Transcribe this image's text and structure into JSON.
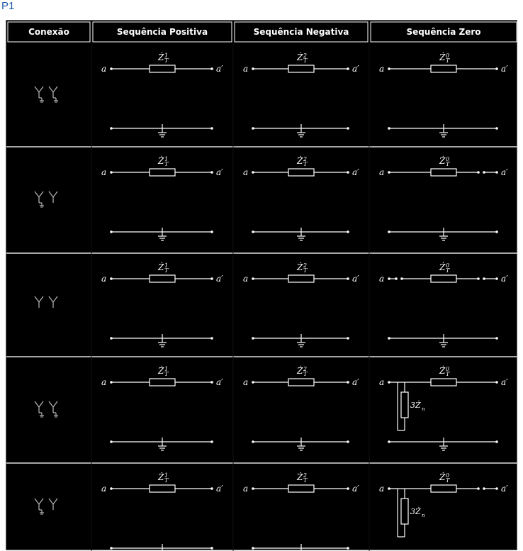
{
  "page_label": "P1",
  "headers": [
    "Conexão",
    "Sequência Positiva",
    "Sequência Negativa",
    "Sequência Zero"
  ],
  "node_left": "a",
  "node_right": "a′",
  "impedance_labels": {
    "positive": "Ż",
    "negative": "Ż",
    "zero": "Ż",
    "sub": "T",
    "sup_pos": "1",
    "sup_neg": "2",
    "sup_zero": "0"
  },
  "neutral_impedance": "3Ż",
  "neutral_sub": "n",
  "rows": [
    {
      "connection": "Yg-Yg",
      "zero_type": "through"
    },
    {
      "connection": "Yg-Y",
      "zero_type": "open-right"
    },
    {
      "connection": "Y-Y",
      "zero_type": "open-both"
    },
    {
      "connection": "Yz-Yg",
      "zero_type": "neutral-impedance"
    },
    {
      "connection": "Yz-Y",
      "zero_type": "neutral-impedance-open"
    }
  ]
}
